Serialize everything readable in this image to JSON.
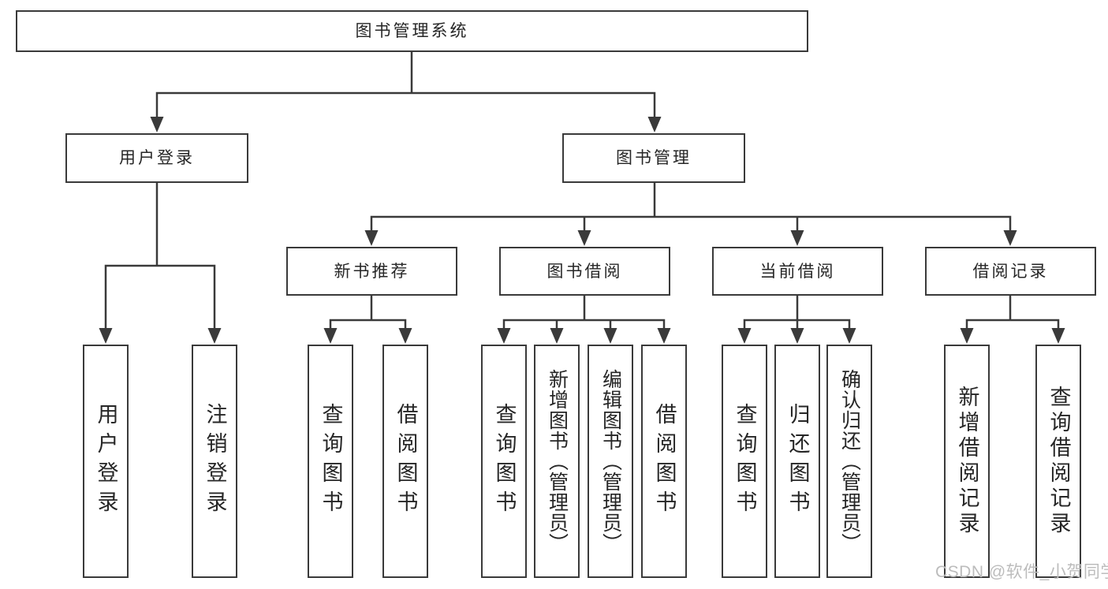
{
  "diagram": {
    "type": "hierarchy-tree",
    "tree": {
      "label": "图书管理系统",
      "children": [
        {
          "label": "用户登录",
          "children": [
            {
              "label": "用户登录"
            },
            {
              "label": "注销登录"
            }
          ]
        },
        {
          "label": "图书管理",
          "children": [
            {
              "label": "新书推荐",
              "children": [
                {
                  "label": "查询图书"
                },
                {
                  "label": "借阅图书"
                }
              ]
            },
            {
              "label": "图书借阅",
              "children": [
                {
                  "label": "查询图书"
                },
                {
                  "label": "新增图书（管理员）"
                },
                {
                  "label": "编辑图书（管理员）"
                },
                {
                  "label": "借阅图书"
                }
              ]
            },
            {
              "label": "当前借阅",
              "children": [
                {
                  "label": "查询图书"
                },
                {
                  "label": "归还图书"
                },
                {
                  "label": "确认归还（管理员）"
                }
              ]
            },
            {
              "label": "借阅记录",
              "children": [
                {
                  "label": "新增借阅记录"
                },
                {
                  "label": "查询借阅记录"
                }
              ]
            }
          ]
        }
      ]
    },
    "watermark": "CSDN @软件_小贺同学",
    "colors": {
      "line": "#3a3a3a",
      "box_border": "#3a3a3a",
      "text": "#262626",
      "watermark": "#bcbcbc",
      "background": "#ffffff"
    }
  }
}
